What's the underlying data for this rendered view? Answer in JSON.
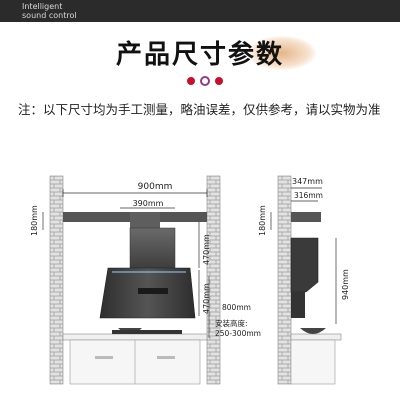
{
  "header": {
    "brand_line1": "Intelligent",
    "brand_line2": "sound control"
  },
  "title": "产品尺寸参数",
  "note": "注：以下尺寸均为手工测量，略油误差，仅供参考，请以实物为准",
  "front_view": {
    "width_total": "900mm",
    "width_duct": "390mm",
    "duct_height": "180mm",
    "upper_height": "470mm",
    "lower_height": "470mm",
    "to_counter": "800mm",
    "install_label_1": "安装高度:",
    "install_label_2": "250-300mm"
  },
  "side_view": {
    "depth_total": "347mm",
    "depth_duct": "316mm",
    "duct_height": "180mm",
    "body_height": "940mm"
  },
  "colors": {
    "accent_red": "#c8102e",
    "accent_purple": "#8e3b8f",
    "brick": "#d3d3d3",
    "duct": "#4a4a4a",
    "hood": "#5a5a5a"
  }
}
